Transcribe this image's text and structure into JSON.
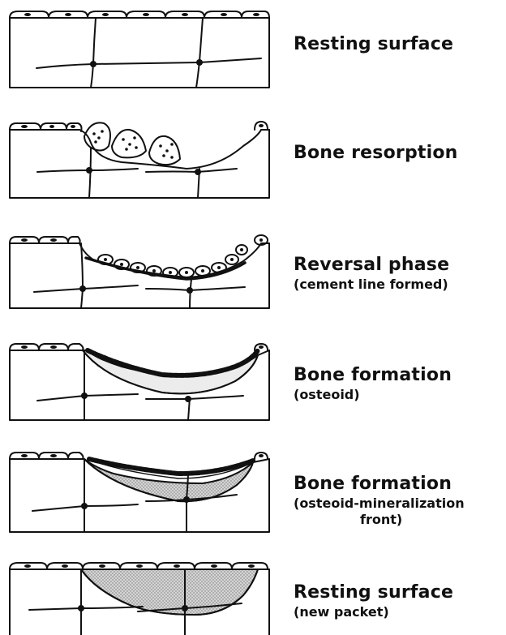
{
  "stages": [
    {
      "title": "Resting surface",
      "subtitle": "",
      "subtitle2": ""
    },
    {
      "title": "Bone resorption",
      "subtitle": "",
      "subtitle2": ""
    },
    {
      "title": "Reversal phase",
      "subtitle": "(cement line formed)",
      "subtitle2": ""
    },
    {
      "title": "Bone formation",
      "subtitle": "(osteoid)",
      "subtitle2": ""
    },
    {
      "title": "Bone formation",
      "subtitle": "(osteoid-mineralization",
      "subtitle2": "front)"
    },
    {
      "title": "Resting surface",
      "subtitle": "(new packet)",
      "subtitle2": ""
    }
  ],
  "colors": {
    "ink": "#111111",
    "osteoid": "#ececec",
    "mineral": "#c8c8c8",
    "background": "#ffffff"
  }
}
